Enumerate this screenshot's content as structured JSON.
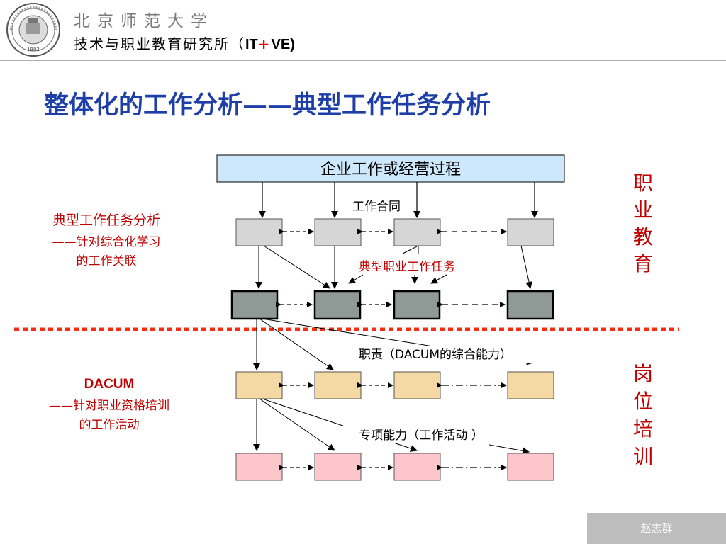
{
  "header": {
    "university": "北京师范大学",
    "institute_prefix": "技术与职业教育研究所（",
    "institute_it": "IT",
    "institute_plus": "+",
    "institute_ve": "VE)",
    "seal_text": "BEIJING NORMAL UNIVERSITY",
    "seal_year": "1902"
  },
  "title": "整体化的工作分析——典型工作任务分析",
  "diagram": {
    "top_process": "企业工作或经营过程",
    "contract_label": "工作合同",
    "typical_task_label": "典型职业工作任务",
    "duty_label": "职责（DACUM的综合能力）",
    "skill_label": "专项能力（工作活动 ）",
    "vocational_education": [
      "职",
      "业",
      "教",
      "育"
    ],
    "job_training": [
      "岗",
      "位",
      "培",
      "训"
    ]
  },
  "left_labels": {
    "typical": {
      "title": "典型工作任务分析",
      "line1": "——针对综合化学习",
      "line2": "的工作关联"
    },
    "dacum": {
      "title": "DACUM",
      "line1": "——针对职业资格培训",
      "line2": "的工作活动"
    }
  },
  "colors": {
    "title": "#1f3fa8",
    "red_text": "#c00000",
    "process_box": "#cde8fb",
    "row1_box": "#d6d6d6",
    "row2_box": "#8f9a97",
    "row3_box": "#f5d9a4",
    "row4_box": "#fcc6cb",
    "divider": "#f03010"
  },
  "footer": {
    "author": "赵志群"
  }
}
